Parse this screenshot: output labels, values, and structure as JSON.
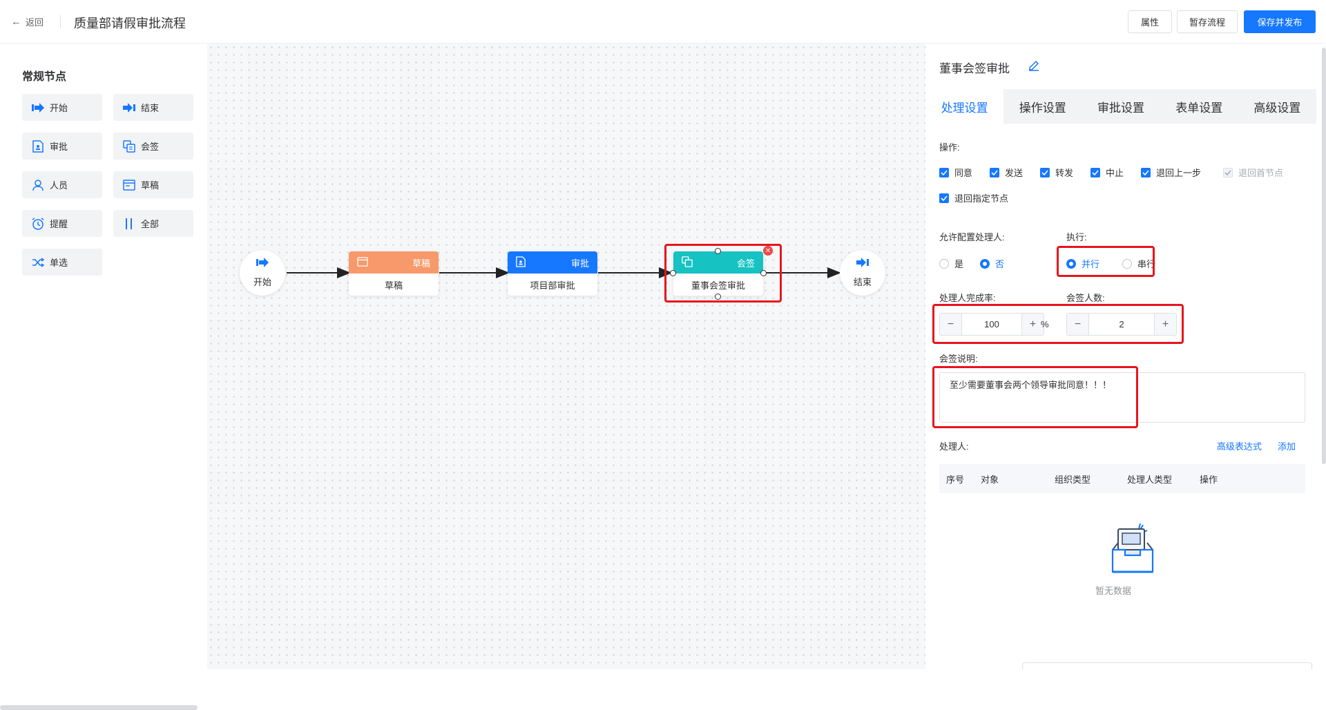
{
  "header": {
    "back_label": "返回",
    "title": "质量部请假审批流程",
    "buttons": {
      "properties": "属性",
      "save_draft": "暂存流程",
      "save_publish": "保存并发布"
    }
  },
  "palette": {
    "title": "常规节点",
    "items": [
      {
        "label": "开始",
        "icon": "start-arrow-icon"
      },
      {
        "label": "结束",
        "icon": "end-arrow-icon"
      },
      {
        "label": "审批",
        "icon": "approval-doc-icon"
      },
      {
        "label": "会签",
        "icon": "countersign-icon"
      },
      {
        "label": "人员",
        "icon": "person-icon"
      },
      {
        "label": "草稿",
        "icon": "draft-window-icon"
      },
      {
        "label": "提醒",
        "icon": "alarm-clock-icon"
      },
      {
        "label": "全部",
        "icon": "all-bars-icon"
      },
      {
        "label": "单选",
        "icon": "shuffle-icon"
      }
    ]
  },
  "flow": {
    "start_label": "开始",
    "end_label": "结束",
    "nodes": [
      {
        "tag": "草稿",
        "name": "草稿",
        "color": "#f7996a"
      },
      {
        "tag": "审批",
        "name": "项目部审批",
        "color": "#1677ff"
      },
      {
        "tag": "会签",
        "name": "董事会签审批",
        "color": "#16c2c2"
      }
    ]
  },
  "panel": {
    "title": "董事会签审批",
    "tabs": [
      "处理设置",
      "操作设置",
      "审批设置",
      "表单设置",
      "高级设置"
    ],
    "active_tab": "处理设置",
    "operations_label": "操作:",
    "operations": [
      {
        "label": "同意",
        "checked": true,
        "disabled": false
      },
      {
        "label": "发送",
        "checked": true,
        "disabled": false
      },
      {
        "label": "转发",
        "checked": true,
        "disabled": false
      },
      {
        "label": "中止",
        "checked": true,
        "disabled": false
      },
      {
        "label": "退回上一步",
        "checked": true,
        "disabled": false
      },
      {
        "label": "退回首节点",
        "checked": true,
        "disabled": true
      },
      {
        "label": "退回指定节点",
        "checked": true,
        "disabled": false
      }
    ],
    "allow_handler_label": "允许配置处理人:",
    "allow_handler_options": [
      "是",
      "否"
    ],
    "allow_handler_selected": "否",
    "exec_label": "执行:",
    "exec_options": [
      "并行",
      "串行"
    ],
    "exec_selected": "并行",
    "completion_label": "处理人完成率:",
    "completion_value": "100",
    "completion_unit": "%",
    "signer_count_label": "会签人数:",
    "signer_count_value": "2",
    "desc_label": "会签说明:",
    "desc_value": "至少需要董事会两个领导审批同意！！！",
    "handlers_label": "处理人:",
    "advanced_expr": "高级表达式",
    "add": "添加",
    "table_columns": [
      "序号",
      "对象",
      "组织类型",
      "处理人类型",
      "操作"
    ],
    "empty_text": "暂无数据"
  }
}
